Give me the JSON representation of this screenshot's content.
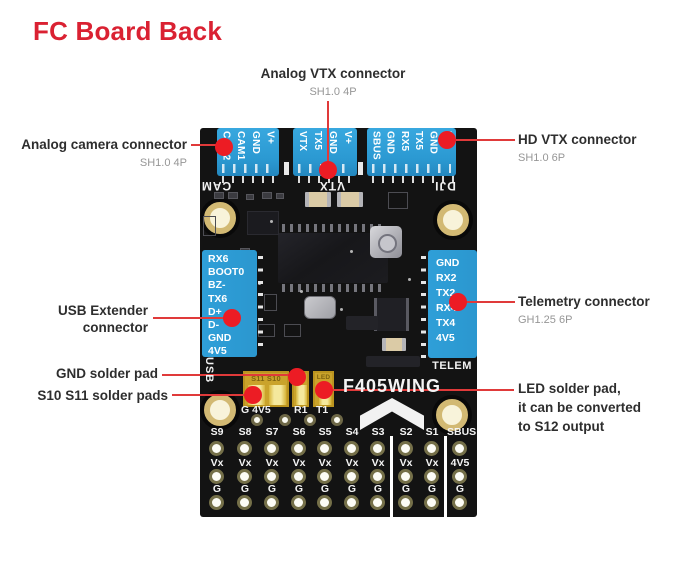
{
  "title": "FC Board Back",
  "colors": {
    "accent_red": "#da2132",
    "callout_red": "#ec1c24",
    "connector_blue": "#2d9cd6",
    "board_black": "#131313",
    "pad_gold": "#caa32b",
    "silk_white": "#f5f5f5",
    "label_dark": "#2e2e2e",
    "label_gray": "#969696"
  },
  "annotations": {
    "analog_camera": {
      "label": "Analog camera connector",
      "sub": "SH1.0 4P"
    },
    "analog_vtx": {
      "label": "Analog VTX connector",
      "sub": "SH1.0 4P"
    },
    "hd_vtx": {
      "label": "HD VTX connector",
      "sub": "SH1.0 6P"
    },
    "usb_extender": {
      "line1": "USB Extender",
      "line2": "connector"
    },
    "telemetry": {
      "label": "Telemetry connector",
      "sub": "GH1.25 6P"
    },
    "gnd_pad": {
      "label": "GND solder pad"
    },
    "s10_s11": {
      "label": "S10 S11 solder pads"
    },
    "led_pad": {
      "line1": "LED solder pad,",
      "line2": "it can be converted",
      "line3": "to S12 output"
    }
  },
  "board": {
    "connectors": {
      "cam": {
        "silk": "CAM",
        "pins": [
          "CAM2",
          "CAM1",
          "GND",
          "V+"
        ]
      },
      "vtx": {
        "silk": "VTX",
        "pins": [
          "VTX",
          "TX5",
          "GND",
          "V+"
        ]
      },
      "dji": {
        "silk": "DJI",
        "pins": [
          "SBUS",
          "GND",
          "RX5",
          "TX5",
          "GND",
          "V+"
        ]
      },
      "usb": {
        "silk": "USB",
        "pins": [
          "RX6",
          "BOOT0",
          "BZ-",
          "TX6",
          "D+",
          "D-",
          "GND",
          "4V5"
        ]
      },
      "telem": {
        "silk": "TELEM",
        "pins": [
          "GND",
          "RX2",
          "TX2",
          "RX4",
          "TX4",
          "4V5"
        ]
      }
    },
    "solder_pads": {
      "group1_top": "S11 S10",
      "group2_top": "G",
      "group3_top": "LED",
      "silk_left": "G 4V5",
      "silk_mid": "R1",
      "silk_right": "T1"
    },
    "logo_text": "F405WING",
    "pin_grid": {
      "columns": [
        {
          "s": "S9",
          "v": "Vx",
          "g": "G"
        },
        {
          "s": "S8",
          "v": "Vx",
          "g": "G"
        },
        {
          "s": "S7",
          "v": "Vx",
          "g": "G"
        },
        {
          "s": "S6",
          "v": "Vx",
          "g": "G"
        },
        {
          "s": "S5",
          "v": "Vx",
          "g": "G"
        },
        {
          "s": "S4",
          "v": "Vx",
          "g": "G"
        },
        {
          "s": "S3",
          "v": "Vx",
          "g": "G"
        },
        {
          "s": "S2",
          "v": "Vx",
          "g": "G"
        },
        {
          "s": "S1",
          "v": "Vx",
          "g": "G"
        },
        {
          "s": "SBUS",
          "v": "4V5",
          "g": "G"
        }
      ]
    }
  }
}
